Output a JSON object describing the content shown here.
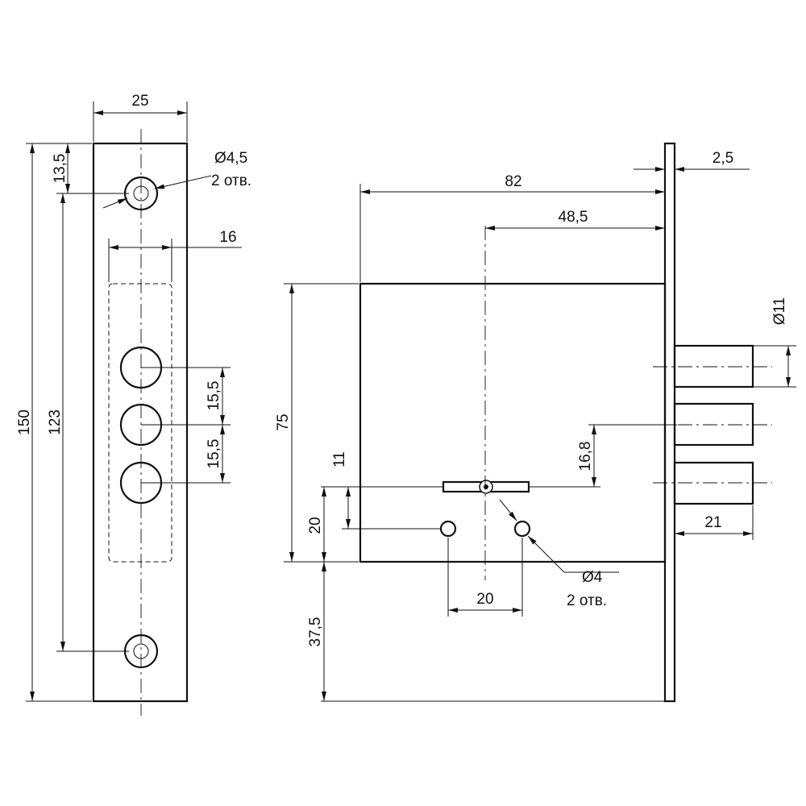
{
  "dimensions": {
    "faceplate_width": "25",
    "top_offset": "13,5",
    "total_height": "150",
    "hole_spacing": "123",
    "hole_diameter": "Ø4,5",
    "hole_count": "2 отв.",
    "case_width": "16",
    "bolt_pitch_1": "15,5",
    "bolt_pitch_2": "15,5",
    "plate_thickness": "2,5",
    "case_depth": "82",
    "backset": "48,5",
    "case_height": "75",
    "bolt_diameter": "Ø11",
    "spindle_offset": "16,8",
    "key_offset": "11",
    "pin_offset": "20",
    "pin_spacing": "20",
    "pin_diameter": "Ø4",
    "pin_count": "2 отв.",
    "bolt_throw": "21",
    "bottom_offset": "37,5"
  }
}
